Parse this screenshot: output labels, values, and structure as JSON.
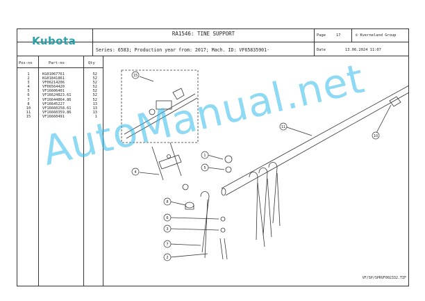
{
  "header": {
    "logo": "Kubota",
    "title": "RA1546: TINE SUPPORT",
    "page_label": "Page",
    "page_number": "17",
    "copyright": "© Kverneland Group",
    "series_line": "Series: 6583; Production year from: 2017; Mach. ID: VF65835901-",
    "date_label": "Date",
    "date_value": "13.06.2024  11:07"
  },
  "table": {
    "headers": {
      "pos": "Pos-no",
      "part": "Part-no",
      "qty": "Qty"
    },
    "pos": [
      "1",
      "2",
      "3",
      "4",
      "5",
      "6",
      "7",
      "8",
      "10",
      "11",
      "15"
    ],
    "part": [
      "KG01067761",
      "KG01841861",
      "VF06214206",
      "VF06564420",
      "VF16606401",
      "VF16624823.61",
      "VF16644864.86",
      "VF16645227",
      "VF16660258.61",
      "VF16660359.86",
      "VF16660491"
    ],
    "qty": [
      "52",
      "52",
      "52",
      "52",
      "52",
      "52",
      "52",
      "13",
      "13",
      "13",
      "1"
    ]
  },
  "drawing": {
    "callouts": [
      "15",
      "4",
      "1",
      "5",
      "11",
      "10",
      "6",
      "8",
      "3",
      "2",
      "7"
    ]
  },
  "footer": {
    "drawing_ref": "VF/SP/SPRVF002332.TIF"
  },
  "watermark": "AutoManual.net"
}
